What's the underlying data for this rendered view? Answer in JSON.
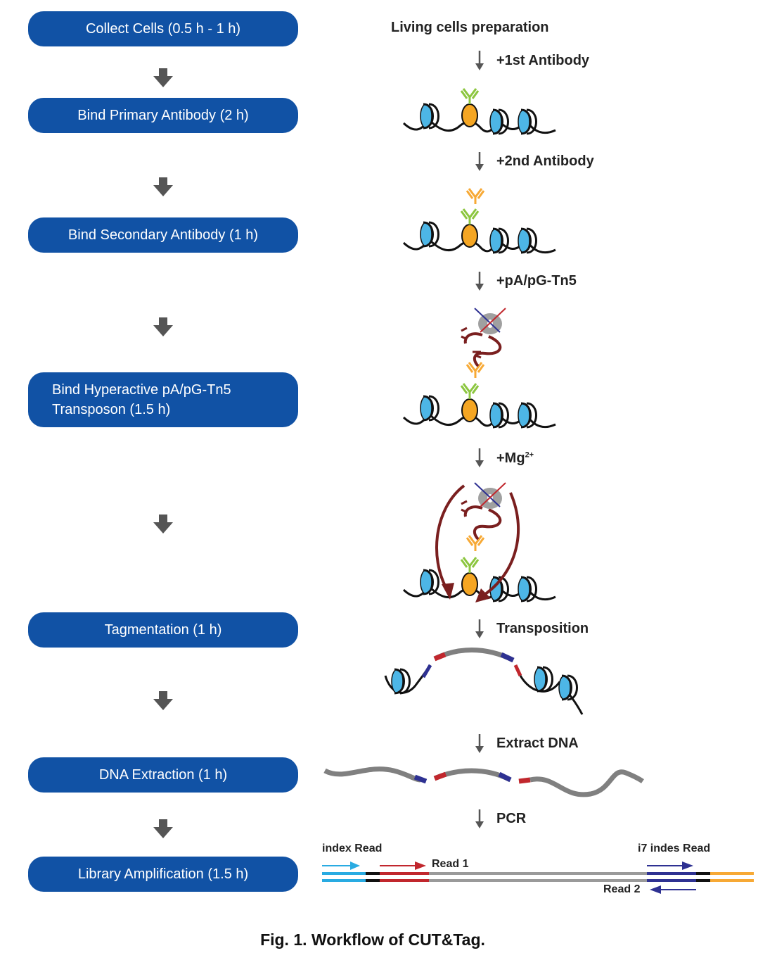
{
  "steps": [
    {
      "label": "Collect Cells (0.5 h - 1 h)"
    },
    {
      "label": "Bind Primary Antibody (2 h)"
    },
    {
      "label": "Bind Secondary Antibody (1 h)"
    },
    {
      "label_line1": "Bind Hyperactive pA/pG-Tn5",
      "label_line2": "Transposon (1.5 h)"
    },
    {
      "label": "Tagmentation (1 h)"
    },
    {
      "label": "DNA Extraction (1 h)"
    },
    {
      "label": "Library Amplification (1.5 h)"
    }
  ],
  "right": {
    "start_label": "Living cells preparation",
    "add_primary": "+1st  Antibody",
    "add_secondary": "+2nd  Antibody",
    "add_tn5": "+pA/pG-Tn5",
    "add_mg": "+Mg",
    "add_mg_sup": "2+",
    "transposition": "Transposition",
    "extract": "Extract DNA",
    "pcr": "PCR"
  },
  "library": {
    "index_read": "index Read",
    "read1": "Read 1",
    "i7_read": "i7 indes Read",
    "read2": "Read 2"
  },
  "caption": "Fig. 1. Workflow of CUT&Tag.",
  "colors": {
    "step_box": "#1152a5",
    "nucleosome": "#4db6e6",
    "target_protein": "#f5a623",
    "primary_antibody": "#8cc63f",
    "secondary_antibody": "#f7a935",
    "tn5": "#9a9a9a",
    "adapter_red": "#c1272d",
    "adapter_blue": "#2e3192",
    "dna_fragment": "#808080",
    "tn5_arm": "#7a1f1f",
    "index_cyan": "#29abe2",
    "i5_orange": "#f7a935"
  }
}
